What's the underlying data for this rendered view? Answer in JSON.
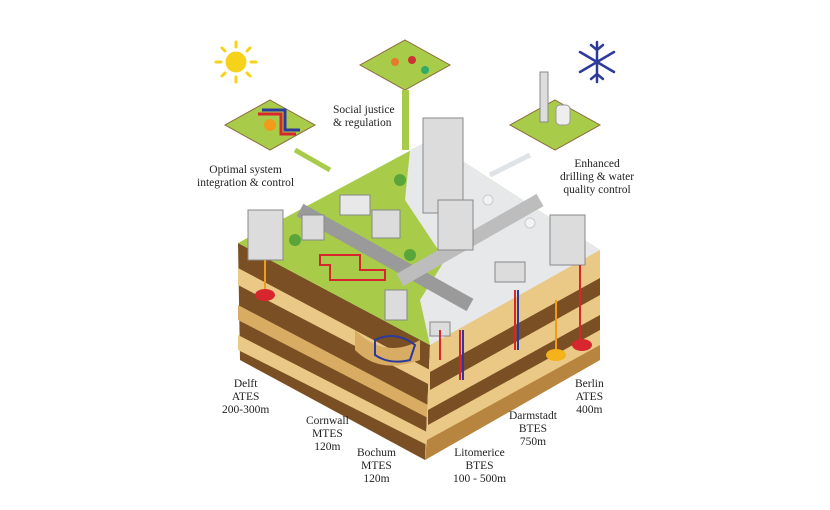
{
  "topics": {
    "social": [
      "Social justice",
      "& regulation"
    ],
    "optimal": [
      "Optimal system",
      "integration & control"
    ],
    "drilling": [
      "Enhanced",
      "drilling & water",
      "quality control"
    ]
  },
  "sites": [
    {
      "city": "Delft",
      "type": "ATES",
      "depth": "200-300m"
    },
    {
      "city": "Cornwall",
      "type": "MTES",
      "depth": "120m"
    },
    {
      "city": "Bochum",
      "type": "MTES",
      "depth": "120m"
    },
    {
      "city": "Litomerice",
      "type": "BTES",
      "depth": "100 - 500m"
    },
    {
      "city": "Darmstadt",
      "type": "BTES",
      "depth": "750m"
    },
    {
      "city": "Berlin",
      "type": "ATES",
      "depth": "400m"
    }
  ],
  "icons": {
    "summer": "sun-icon",
    "winter": "snowflake-icon"
  },
  "colors": {
    "grass": "#a8cc4a",
    "snow": "#e6e8ea",
    "soil_dark": "#7a4f23",
    "soil_light": "#e9c985",
    "hot": "#d7262e",
    "cold": "#2b3a9c",
    "sun": "#f6d21a",
    "snowflake": "#2c3a9a"
  }
}
